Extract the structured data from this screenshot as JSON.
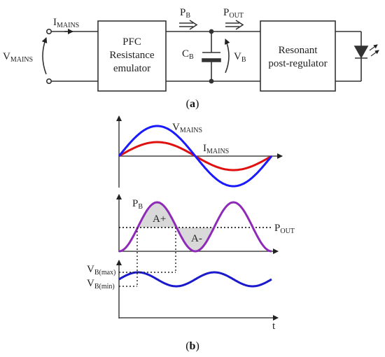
{
  "circuit": {
    "imains": {
      "main": "I",
      "sub": "MAINS"
    },
    "vmains": {
      "main": "V",
      "sub": "MAINS"
    },
    "pb": {
      "main": "P",
      "sub": "B"
    },
    "pout": {
      "main": "P",
      "sub": "OUT"
    },
    "cb": {
      "main": "C",
      "sub": "B"
    },
    "vb": {
      "main": "V",
      "sub": "B"
    },
    "pfc_box": [
      "PFC",
      "Resistance",
      "emulator"
    ],
    "resonant_box": [
      "Resonant",
      "post-regulator"
    ]
  },
  "caption_a": {
    "open": "(",
    "letter": "a",
    "close": ")"
  },
  "caption_b": {
    "open": "(",
    "letter": "b",
    "close": ")"
  },
  "waveforms": {
    "vmains": {
      "main": "V",
      "sub": "MAINS"
    },
    "imains": {
      "main": "I",
      "sub": "MAINS"
    },
    "pb": {
      "main": "P",
      "sub": "B"
    },
    "pout": {
      "main": "P",
      "sub": "OUT"
    },
    "a_plus": "A+",
    "a_minus": "A-",
    "vbmax": {
      "main": "V",
      "sub": "B(max)"
    },
    "vbmin": {
      "main": "V",
      "sub": "B(min)"
    },
    "t": "t"
  },
  "colors": {
    "vmains": "#1a1aff",
    "imains": "#e01010",
    "pb": "#8e2ab8",
    "vb": "#1a1acc",
    "shade": "#d9d9d9"
  }
}
